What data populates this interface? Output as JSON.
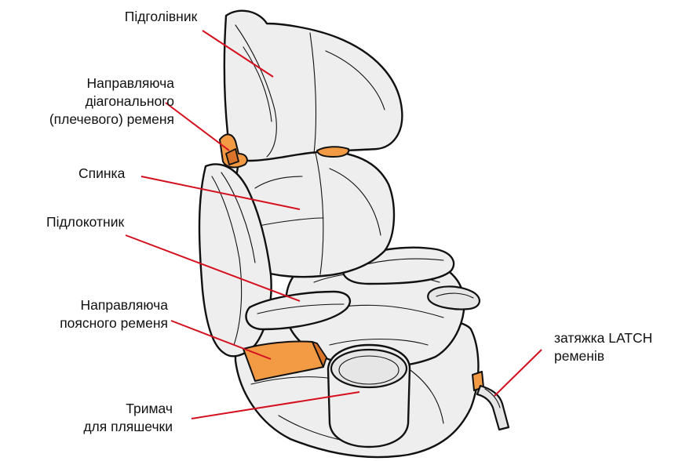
{
  "labels": {
    "headrest": [
      "Підголівник"
    ],
    "shoulder_guide": [
      "Направляюча",
      "діагонального",
      "(плечевого) ременя"
    ],
    "backrest": [
      "Спинка"
    ],
    "armrest": [
      "Підлокотник"
    ],
    "lap_guide": [
      "Направляюча",
      "поясного ременя"
    ],
    "cup_holder": [
      "Тримач",
      "для пляшечки"
    ],
    "latch": [
      "затяжка LATCH",
      "ременів"
    ]
  },
  "colors": {
    "leader_line": "#d4101f",
    "belt_guide": "#f39a45",
    "seat_fill": "#eeeeee",
    "outline": "#111111"
  }
}
